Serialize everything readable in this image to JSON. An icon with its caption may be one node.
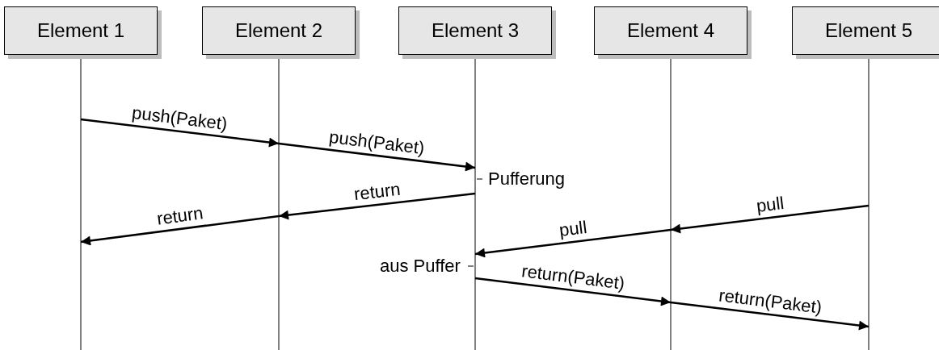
{
  "diagram": {
    "nodes": [
      {
        "text": [
          "Element 1"
        ]
      },
      {
        "text": [
          "Element 2"
        ]
      },
      {
        "text": [
          "Element 3"
        ]
      },
      {
        "text": [
          "Element 4"
        ]
      },
      {
        "text": [
          "Element 5"
        ]
      }
    ],
    "edges": [
      {
        "from": 0,
        "to": 1,
        "arrow": "to",
        "label": "push(Paket)"
      },
      {
        "from": 1,
        "to": 2,
        "arrow": "to",
        "label": "push(Paket)"
      },
      {
        "from": 2,
        "to": 1,
        "arrow": "to",
        "label": "return"
      },
      {
        "from": 1,
        "to": 0,
        "arrow": "to",
        "label": "return"
      },
      {
        "from": 4,
        "to": 3,
        "arrow": "to",
        "label": "pull"
      },
      {
        "from": 3,
        "to": 2,
        "arrow": "to",
        "label": "pull"
      },
      {
        "from": 2,
        "to": 3,
        "arrow": "to",
        "label": "return(Paket)"
      },
      {
        "from": 3,
        "to": 4,
        "arrow": "to",
        "label": "return(Paket)"
      }
    ],
    "labels": [
      "Pufferung",
      "aus Puffer"
    ]
  }
}
